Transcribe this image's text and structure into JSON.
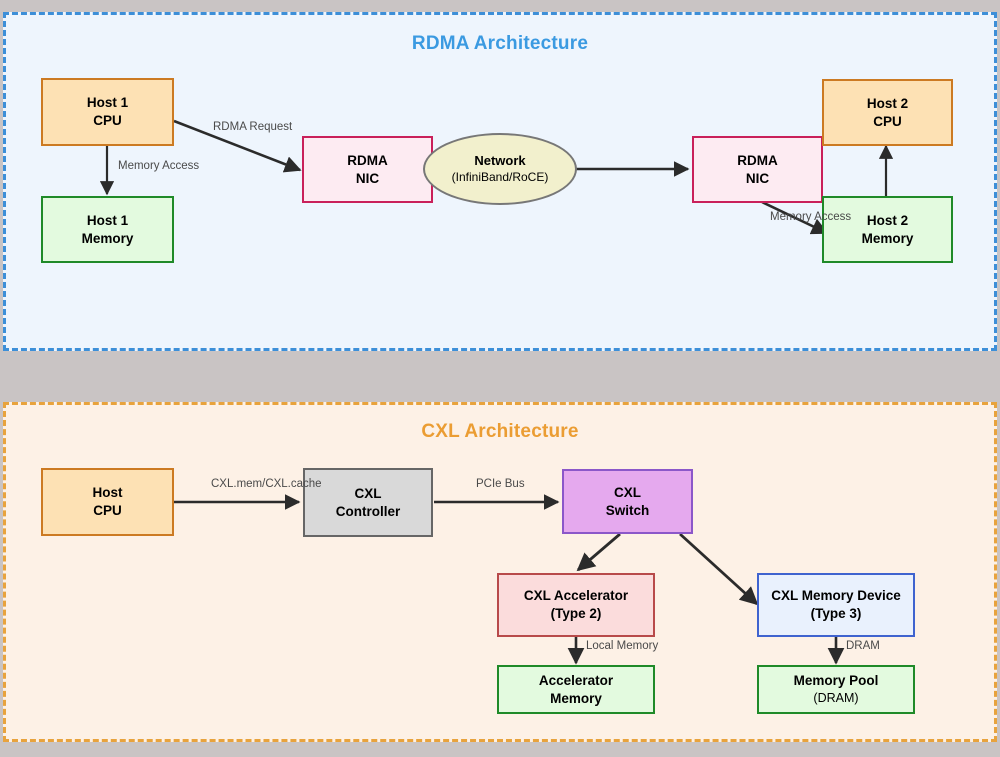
{
  "panels": {
    "rdma": {
      "title": "RDMA Architecture",
      "accent": "#3b9ae1",
      "background": "#eef5fd",
      "nodes": {
        "host1_cpu": {
          "line1": "Host 1",
          "line2": "CPU"
        },
        "host1_memory": {
          "line1": "Host 1",
          "line2": "Memory"
        },
        "nic_left": {
          "line1": "RDMA",
          "line2": "NIC"
        },
        "network": {
          "line1": "Network",
          "line2": "(InfiniBand/RoCE)"
        },
        "nic_right": {
          "line1": "RDMA",
          "line2": "NIC"
        },
        "host2_cpu": {
          "line1": "Host 2",
          "line2": "CPU"
        },
        "host2_memory": {
          "line1": "Host 2",
          "line2": "Memory"
        }
      },
      "edges": {
        "rdma_request": "RDMA Request",
        "memory_access_left": "Memory Access",
        "memory_access_right": "Memory Access"
      }
    },
    "cxl": {
      "title": "CXL Architecture",
      "accent": "#eb9d33",
      "background": "#fdf1e6",
      "nodes": {
        "host_cpu": {
          "line1": "Host",
          "line2": "CPU"
        },
        "cxl_controller": {
          "line1": "CXL",
          "line2": "Controller"
        },
        "cxl_switch": {
          "line1": "CXL",
          "line2": "Switch"
        },
        "accelerator": {
          "line1": "CXL Accelerator",
          "line2": "(Type 2)"
        },
        "memory_device": {
          "line1": "CXL Memory Device",
          "line2": "(Type 3)"
        },
        "accel_memory": {
          "line1": "Accelerator",
          "line2": "Memory"
        },
        "memory_pool": {
          "line1": "Memory Pool",
          "line2": "(DRAM)"
        }
      },
      "edges": {
        "cxl_mem_cache": "CXL.mem/CXL.cache",
        "pcie_bus": "PCIe Bus",
        "local_memory": "Local Memory",
        "dram": "DRAM"
      }
    }
  }
}
